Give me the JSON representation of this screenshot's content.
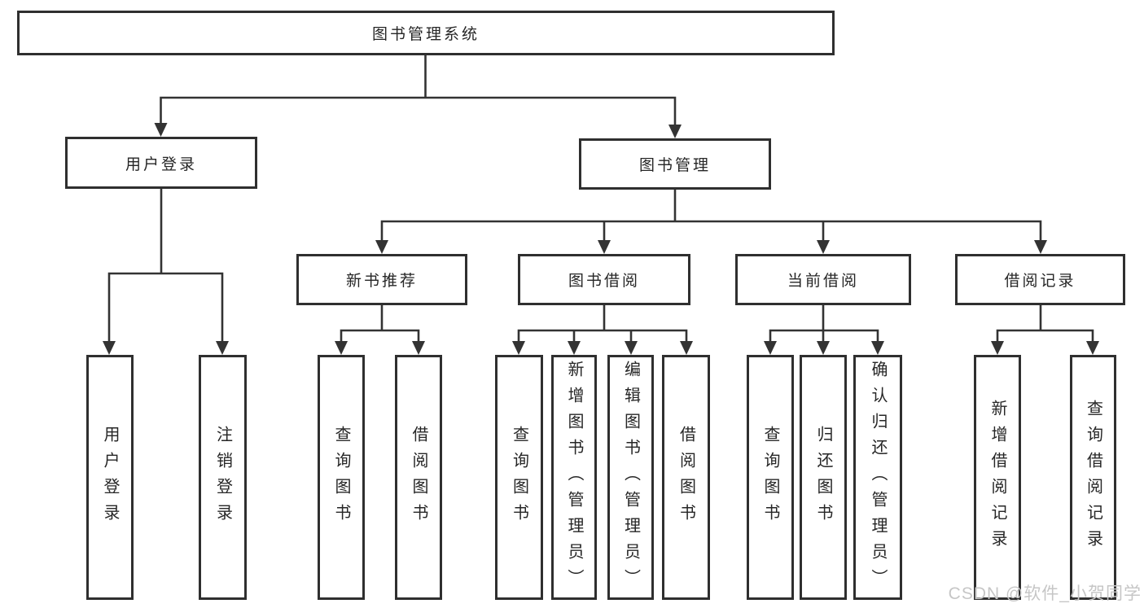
{
  "tree": {
    "root": {
      "label": "图书管理系统"
    },
    "user_branch": {
      "label": "用户登录",
      "children": [
        {
          "label": "用户登录"
        },
        {
          "label": "注销登录"
        }
      ]
    },
    "book_branch": {
      "label": "图书管理",
      "groups": [
        {
          "label": "新书推荐",
          "children": [
            {
              "label": "查询图书"
            },
            {
              "label": "借阅图书"
            }
          ]
        },
        {
          "label": "图书借阅",
          "children": [
            {
              "label": "查询图书"
            },
            {
              "label": "新增图书（管理员）"
            },
            {
              "label": "编辑图书（管理员）"
            },
            {
              "label": "借阅图书"
            }
          ]
        },
        {
          "label": "当前借阅",
          "children": [
            {
              "label": "查询图书"
            },
            {
              "label": "归还图书"
            },
            {
              "label": "确认归还（管理员）"
            }
          ]
        },
        {
          "label": "借阅记录",
          "children": [
            {
              "label": "新增借阅记录"
            },
            {
              "label": "查询借阅记录"
            }
          ]
        }
      ]
    }
  },
  "watermark": "CSDN @软件_小贺同学",
  "colors": {
    "line": "#333333",
    "box_border": "#2f2f2f",
    "text": "#262626",
    "watermark": "#c6c6c6",
    "background": "#ffffff"
  }
}
